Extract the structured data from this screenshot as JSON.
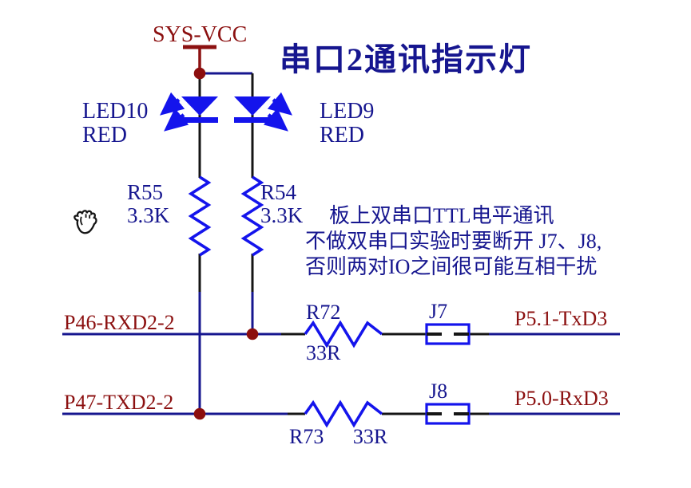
{
  "title": "串口2通讯指示灯",
  "colors": {
    "background": "#FFFFFF",
    "wire_navy": "#16168F",
    "component_blue": "#1414EC",
    "net_dark_red": "#8C1111",
    "wire_black": "#151515"
  },
  "power": {
    "net_label": "SYS-VCC"
  },
  "leds": [
    {
      "ref": "LED10",
      "color": "RED"
    },
    {
      "ref": "LED9",
      "color": "RED"
    }
  ],
  "resistors": [
    {
      "ref": "R55",
      "value": "3.3K"
    },
    {
      "ref": "R54",
      "value": "3.3K"
    },
    {
      "ref": "R72",
      "value": "33R"
    },
    {
      "ref": "R73",
      "value": "33R"
    }
  ],
  "jumpers": [
    {
      "ref": "J7"
    },
    {
      "ref": "J8"
    }
  ],
  "nets": {
    "rxd2": "P46-RXD2-2",
    "txd2": "P47-TXD2-2",
    "txd3": "P5.1-TxD3",
    "rxd3": "P5.0-RxD3"
  },
  "note": {
    "lines": [
      "板上双串口TTL电平通讯",
      "不做双串口实验时要断开 J7、J8,",
      "否则两对IO之间很可能互相干扰"
    ]
  },
  "cursor": "grab-hand"
}
